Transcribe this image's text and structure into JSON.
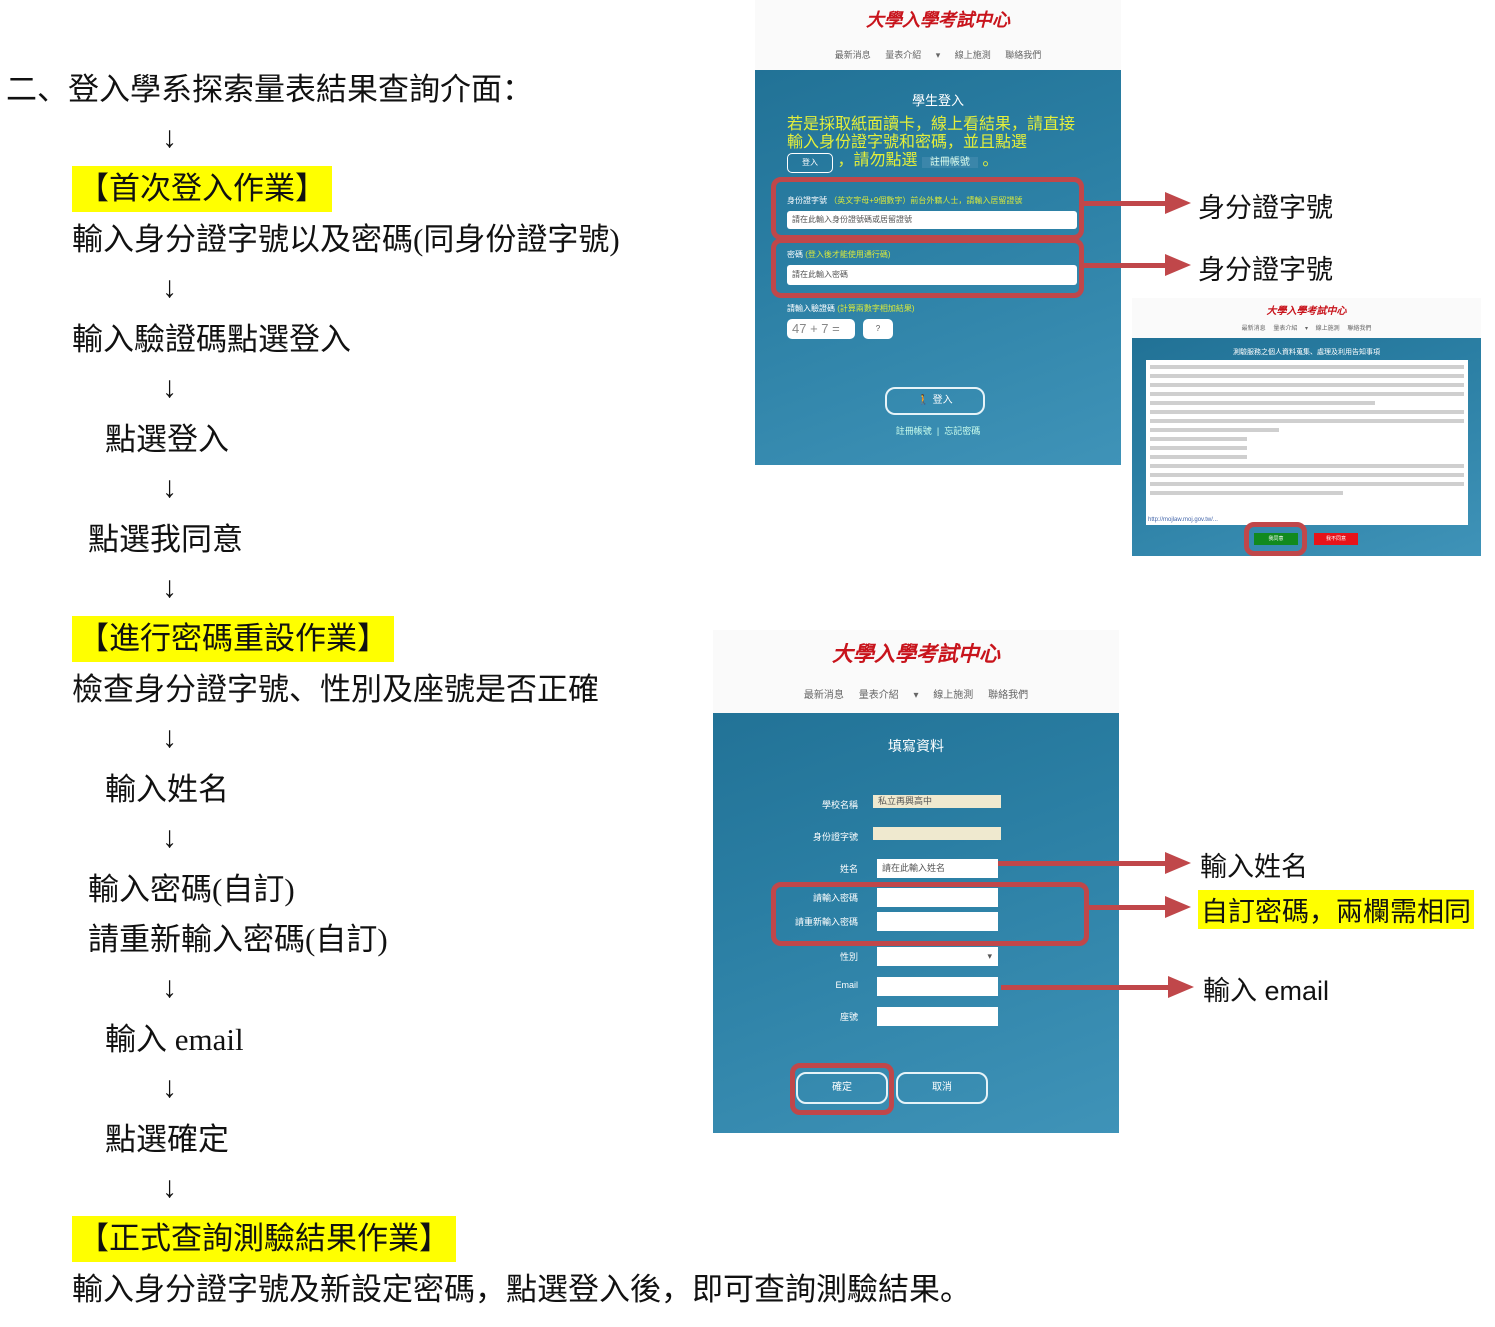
{
  "doc": {
    "title": "二、登入學系探索量表結果查詢介面：",
    "arrow": "↓",
    "section1": "【首次登入作業】",
    "s1_steps": [
      "輸入身分證字號以及密碼(同身份證字號)",
      "輸入驗證碼點選登入",
      "點選登入",
      "點選我同意"
    ],
    "section2": "【進行密碼重設作業】",
    "s2_steps": [
      "檢查身分證字號、性別及座號是否正確",
      "輸入姓名",
      "輸入密碼(自訂)",
      "請重新輸入密碼(自訂)",
      "輸入 email",
      "點選確定"
    ],
    "section3": "【正式查詢測驗結果作業】",
    "s3_text": "輸入身分證字號及新設定密碼，點選登入後，即可查詢測驗結果。"
  },
  "annotations": {
    "id1": "身分證字號",
    "id2": "身分證字號",
    "name": "輸入姓名",
    "password": "自訂密碼，兩欄需相同",
    "email": "輸入 email"
  },
  "site": {
    "logo": "大學入學考試中心",
    "nav": [
      "最新消息",
      "量表介紹 ▾",
      "線上施測",
      "聯絡我們"
    ]
  },
  "login": {
    "heading": "學生登入",
    "notice": "若是採取紙面讀卡，線上看結果，請直接輸入身份證字號和密碼，並且點選",
    "notice_btn": "登入",
    "notice2": "，請勿點選",
    "notice_btn2": "註冊帳號",
    "notice_end": "。",
    "id_label": "身份證字號",
    "id_hint": "（英文字母+9個數字）前台外籍人士，請輸入居留證號",
    "id_placeholder": "請在此輸入身份證號碼或居留證號",
    "pw_label": "密碼",
    "pw_hint": "(登入後才能使用通行碼)",
    "pw_placeholder": "請在此輸入密碼",
    "captcha_label": "請輸入驗證碼",
    "captcha_hint": "(計算兩數字相加結果)",
    "captcha": "47 + 7 =",
    "captcha_answer": "?",
    "login_btn": "登入",
    "register": "註冊帳號",
    "sep": "|",
    "forgot": "忘記密碼"
  },
  "consent": {
    "heading": "測驗服務之個人資料蒐集、處理及利用告知事項",
    "agree": "我同意",
    "disagree": "我不同意",
    "link": "http://mojlaw.moj.gov.tw/..."
  },
  "form": {
    "heading": "填寫資料",
    "fields": [
      {
        "label": "學校名稱",
        "value": "私立再興高中"
      },
      {
        "label": "身份證字號",
        "value": ""
      },
      {
        "label": "姓名",
        "value": "請在此輸入姓名"
      },
      {
        "label": "請輸入密碼",
        "value": ""
      },
      {
        "label": "請重新輸入密碼",
        "value": ""
      },
      {
        "label": "性別",
        "value": "▾"
      },
      {
        "label": "Email",
        "value": ""
      },
      {
        "label": "座號",
        "value": ""
      }
    ],
    "ok": "確定",
    "cancel": "取消"
  }
}
